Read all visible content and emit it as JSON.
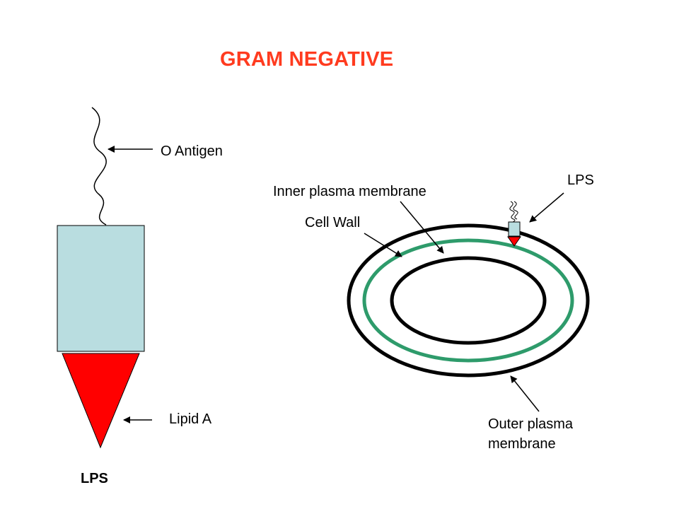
{
  "title": "GRAM NEGATIVE",
  "left_diagram": {
    "o_antigen_label": "O Antigen",
    "lipid_a_label": "Lipid A",
    "caption": "LPS"
  },
  "right_diagram": {
    "lps_label": "LPS",
    "inner_membrane_label": "Inner plasma membrane",
    "cell_wall_label": "Cell Wall",
    "outer_membrane_label_line1": "Outer plasma",
    "outer_membrane_label_line2": "membrane"
  },
  "colors": {
    "title": "#ff3b1f",
    "core_fill": "#b9dde0",
    "lipid_fill": "#ff0000",
    "cell_wall": "#2e9b6b",
    "membrane": "#000000"
  }
}
